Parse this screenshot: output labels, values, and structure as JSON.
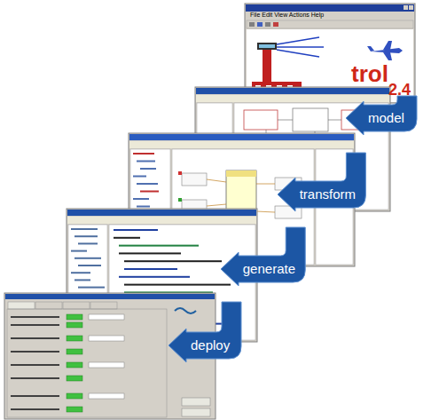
{
  "diagram": {
    "nodes": [
      {
        "text": [
          "model"
        ]
      },
      {
        "text": [
          "transform"
        ]
      },
      {
        "text": [
          "generate"
        ]
      },
      {
        "text": [
          "deploy"
        ]
      }
    ],
    "labels": [
      "File Edit View Actions Help",
      "trol",
      "2.4"
    ]
  }
}
